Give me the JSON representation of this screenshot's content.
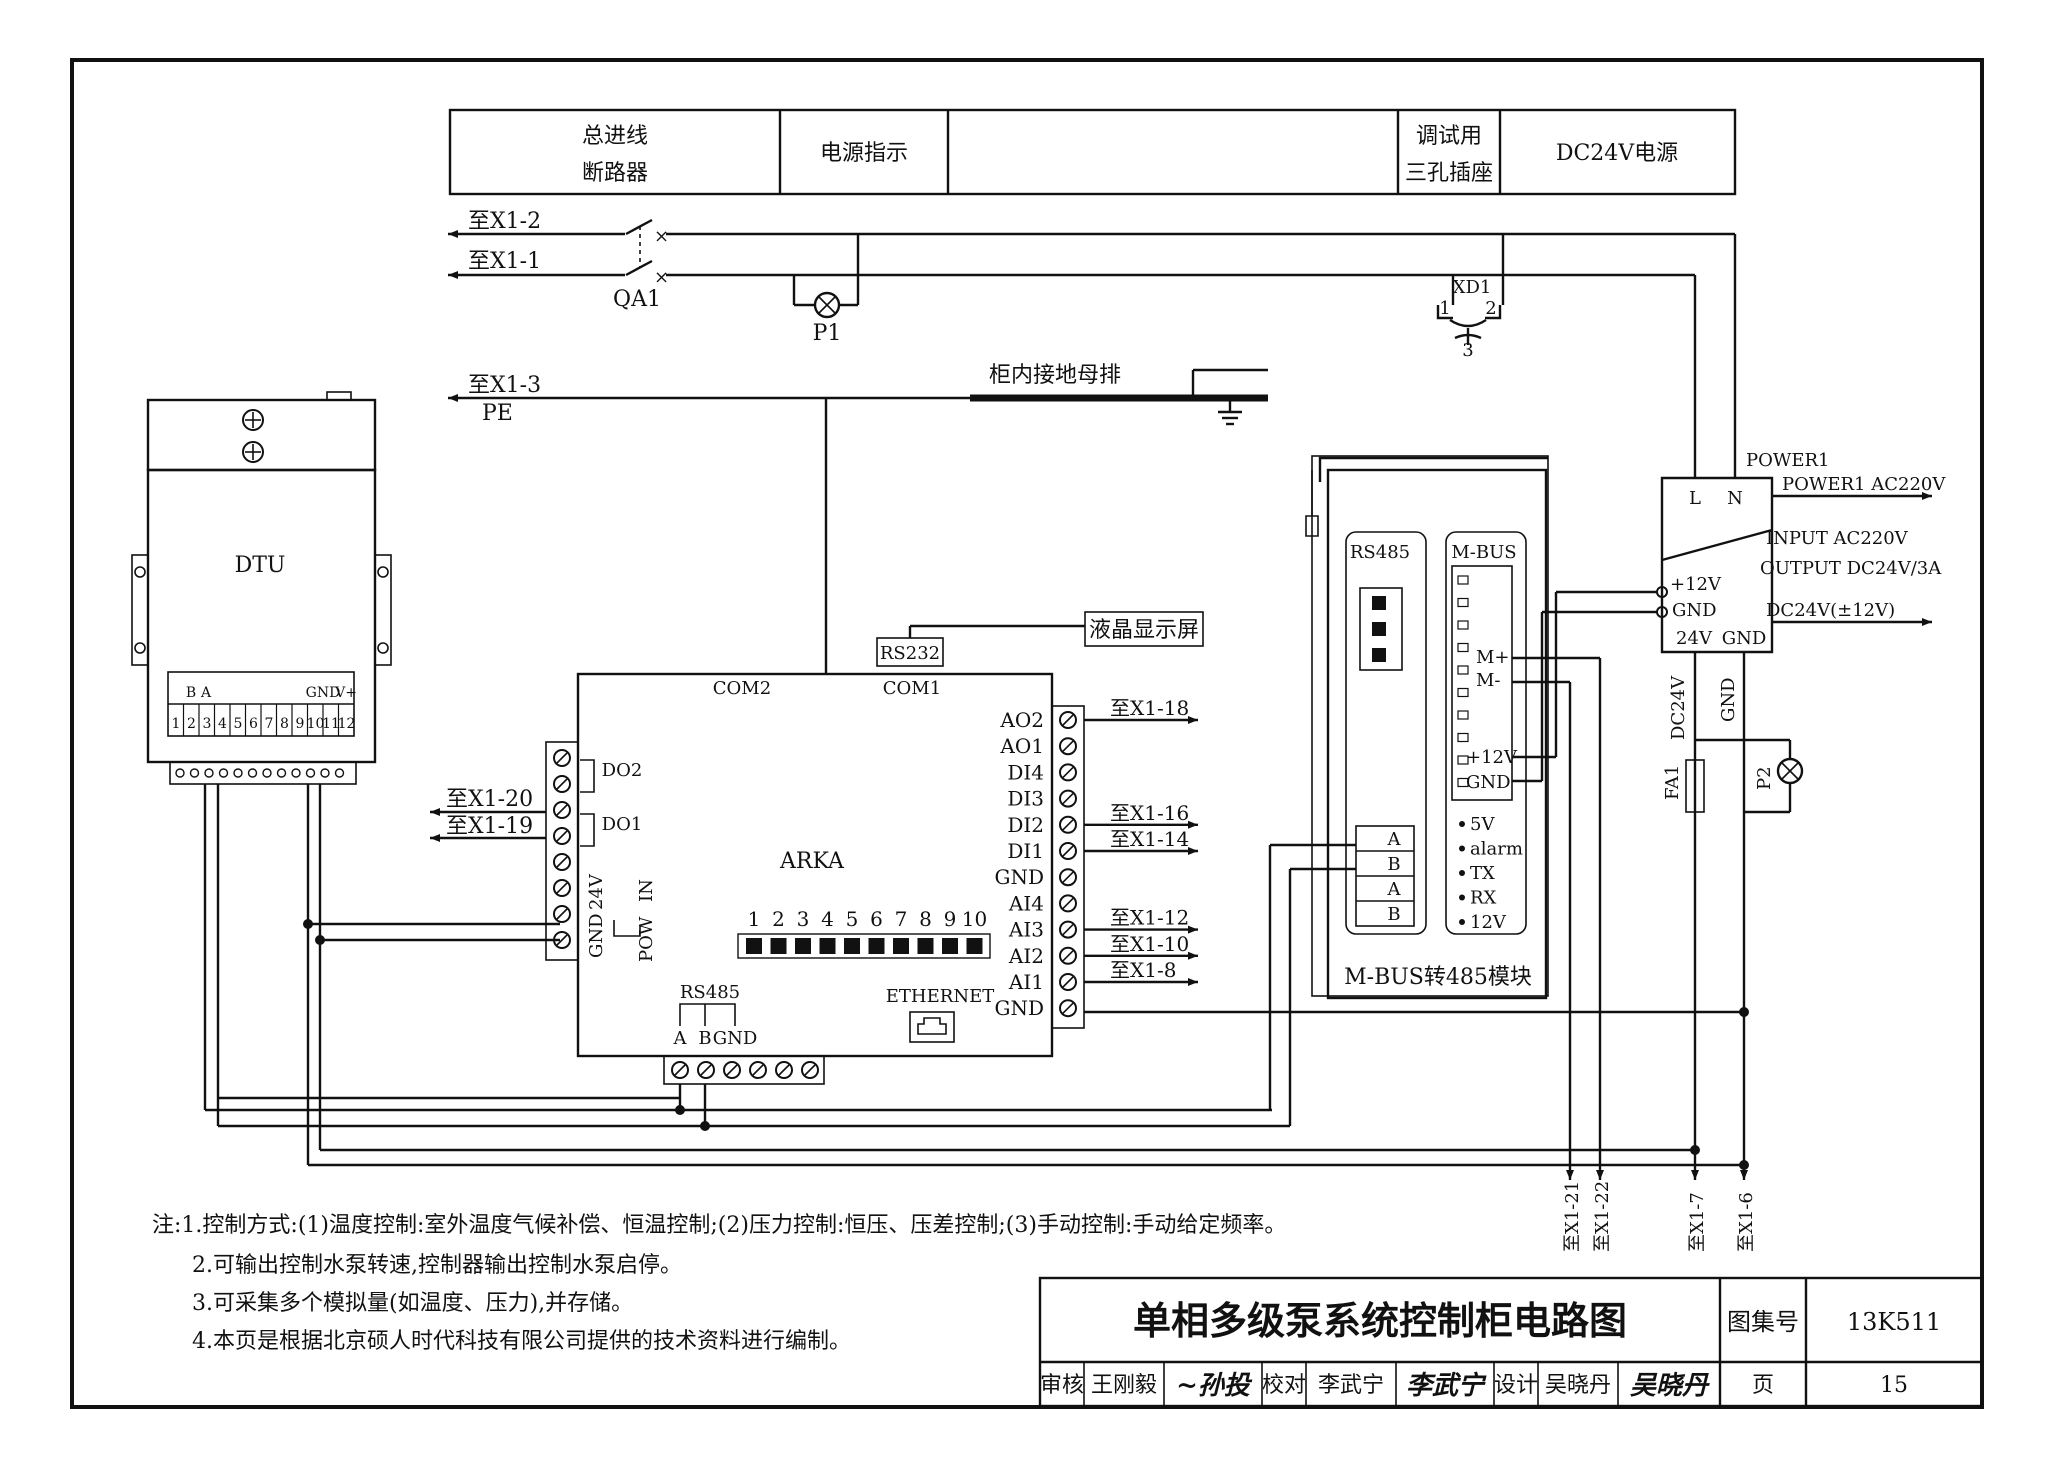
{
  "header_row": {
    "breaker": [
      "总进线",
      "断路器"
    ],
    "power_indicator": "电源指示",
    "socket": [
      "调试用",
      "三孔插座"
    ],
    "dc_supply": "DC24V电源"
  },
  "wires": {
    "x1_2": "至X1-2",
    "x1_1": "至X1-1",
    "x1_3": "至X1-3",
    "pe": "PE",
    "qa1": "QA1",
    "p1": "P1",
    "xd1": "XD1",
    "xd1_pin1": "1",
    "xd1_pin2": "2",
    "xd1_pin3": "3",
    "busbar": "柜内接地母排"
  },
  "dtu": {
    "title": "DTU",
    "term_b": "B",
    "term_a": "A",
    "term_gnd": "GND",
    "term_v": "V+",
    "numbers": [
      "1",
      "2",
      "3",
      "4",
      "5",
      "6",
      "7",
      "8",
      "9",
      "10",
      "11",
      "12"
    ]
  },
  "arka": {
    "title": "ARKA",
    "com2": "COM2",
    "com1": "COM1",
    "rs232": "RS232",
    "lcd": "液晶显示屏",
    "do2": "DO2",
    "do1": "DO1",
    "pow": "POW",
    "in": "IN",
    "gnd": "GND",
    "v24": "24V",
    "rs485": "RS485",
    "rs485_terms": [
      "A",
      "B",
      "GND"
    ],
    "ethernet": "ETHERNET",
    "io_labels": [
      "AO2",
      "AO1",
      "DI4",
      "DI3",
      "DI2",
      "DI1",
      "GND",
      "AI4",
      "AI3",
      "AI2",
      "AI1",
      "GND"
    ],
    "dip_numbers": [
      "1",
      "2",
      "3",
      "4",
      "5",
      "6",
      "7",
      "8",
      "9",
      "10"
    ],
    "left_wires": [
      "至X1-20",
      "至X1-19"
    ],
    "right_wires": [
      {
        "label": "至X1-18"
      },
      {
        "label": "至X1-16"
      },
      {
        "label": "至X1-14"
      },
      {
        "label": "至X1-12"
      },
      {
        "label": "至X1-10"
      },
      {
        "label": "至X1-8"
      }
    ]
  },
  "mbus_module": {
    "title": "M-BUS转485模块",
    "rs485": "RS485",
    "mbus": "M-BUS",
    "m_plus": "M+",
    "m_minus": "M-",
    "plus12v": "+12V",
    "gnd": "GND",
    "term_a": "A",
    "term_b": "B",
    "term_a2": "A",
    "term_b2": "B",
    "leds": [
      "5V",
      "alarm",
      "TX",
      "RX",
      "12V"
    ]
  },
  "power_supply": {
    "power1": "POWER1",
    "power1_ac": "POWER1 AC220V",
    "input": "INPUT AC220V",
    "output": "OUTPUT DC24V/3A",
    "dc24_pm": "DC24V(±12V)",
    "l": "L",
    "n": "N",
    "plus12": "+12V",
    "gnd": "GND",
    "v24": "24V",
    "gnd2": "GND",
    "dc24v": "DC24V",
    "gnd_v": "GND",
    "fa1": "FA1",
    "p2": "P2"
  },
  "bottom_wires": [
    "至X1-21",
    "至X1-22",
    "至X1-7",
    "至X1-6"
  ],
  "notes": [
    "注:1.控制方式:(1)温度控制:室外温度气候补偿、恒温控制;(2)压力控制:恒压、压差控制;(3)手动控制:手动给定频率。",
    "2.可输出控制水泵转速,控制器输出控制水泵启停。",
    "3.可采集多个模拟量(如温度、压力),并存储。",
    "4.本页是根据北京硕人时代科技有限公司提供的技术资料进行编制。"
  ],
  "title_block": {
    "title": "单相多级泵系统控制柜电路图",
    "atlas_label": "图集号",
    "atlas_no": "13K511",
    "review": "审核",
    "reviewer": "王刚毅",
    "check": "校对",
    "checker": "李武宁",
    "design": "设计",
    "designer": "吴晓丹",
    "page_label": "页",
    "page_no": "15"
  }
}
